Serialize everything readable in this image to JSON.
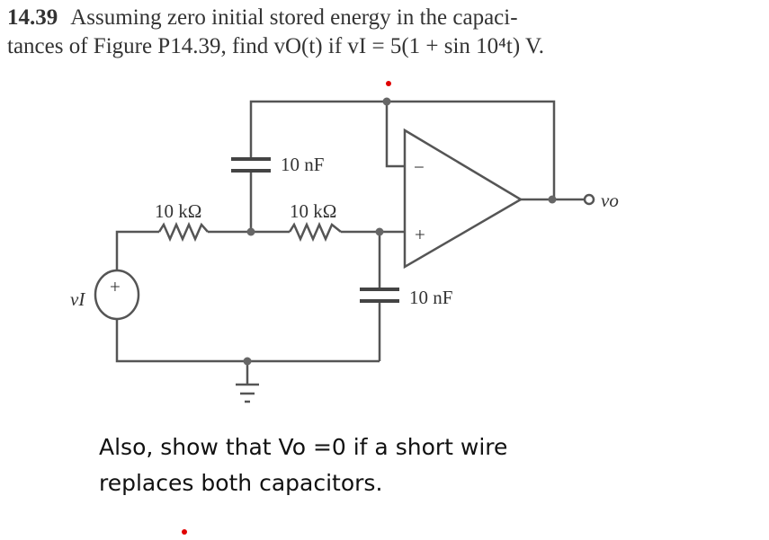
{
  "problem": {
    "number": "14.39",
    "line1": "Assuming zero initial stored energy in the capaci-",
    "line2": "tances of Figure P14.39, find vO(t) if vI = 5(1 + sin 10⁴t) V."
  },
  "circuit": {
    "c1_label": "10 nF",
    "r1_label": "10 kΩ",
    "r2_label": "10 kΩ",
    "c2_label": "10 nF",
    "source_label": "vI",
    "source_plus": "+",
    "output_label": "vo",
    "opamp_minus": "−",
    "opamp_plus": "+"
  },
  "note": {
    "line1": "Also, show that Vo =0 if a short wire",
    "line2": "replaces both capacitors."
  },
  "colors": {
    "ink": "#444444",
    "marker": "#e00000"
  }
}
